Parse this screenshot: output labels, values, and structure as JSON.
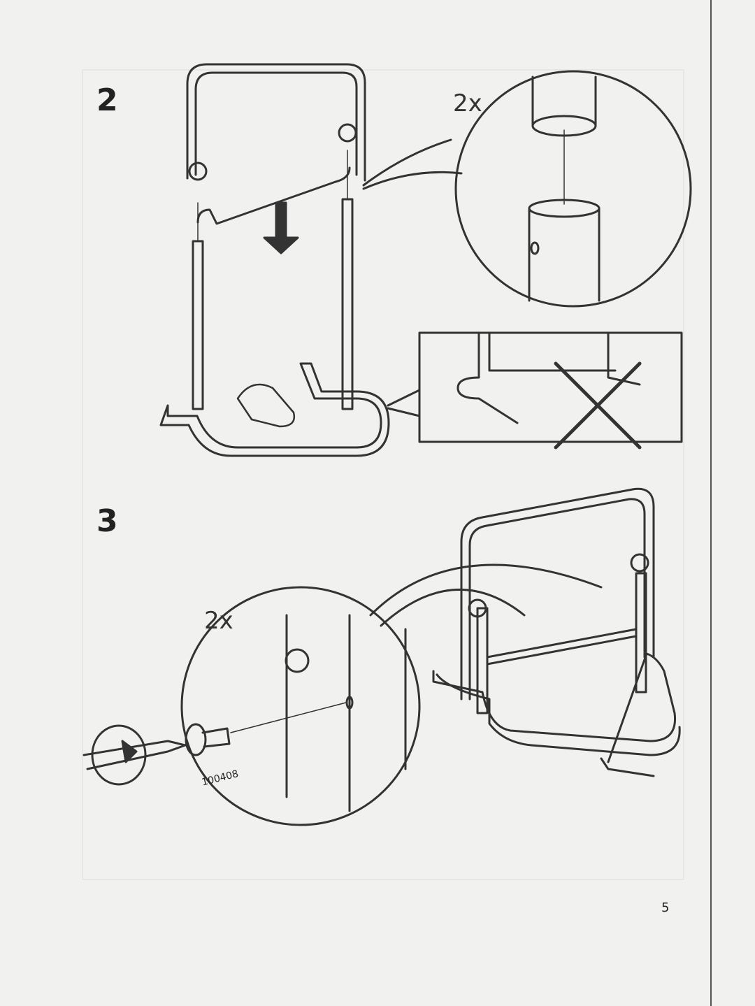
{
  "steps": [
    {
      "number": "2",
      "quantity": "2x"
    },
    {
      "number": "3",
      "quantity": "2x",
      "part_number": "100408"
    }
  ],
  "page_number": "5"
}
